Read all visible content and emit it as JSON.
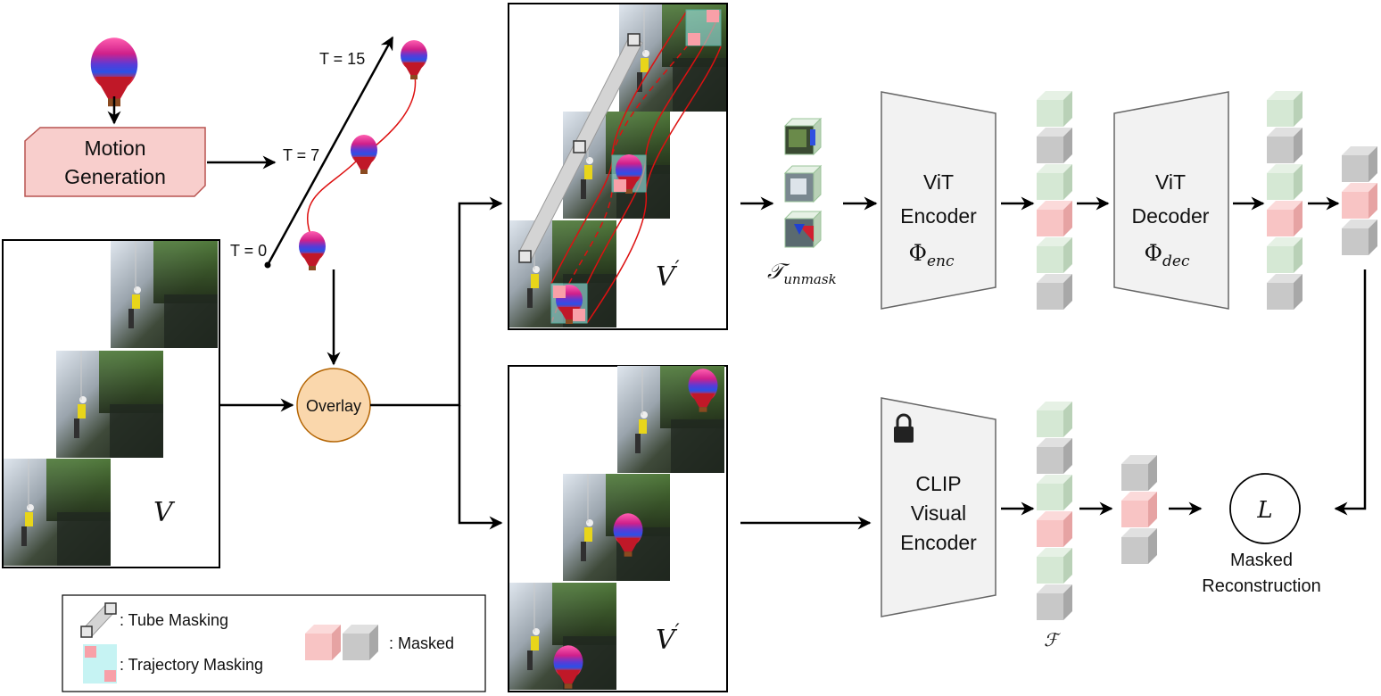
{
  "motion_generation": {
    "label_line1": "Motion",
    "label_line2": "Generation"
  },
  "timeline": {
    "t0": "T = 0",
    "t7": "T = 7",
    "t15": "T = 15"
  },
  "input_video": {
    "symbol": "V"
  },
  "overlay": {
    "label": "Overlay"
  },
  "masked_video": {
    "symbol": "V",
    "prime": "′"
  },
  "overlay_video": {
    "symbol": "V",
    "prime": "′"
  },
  "unmasked_tokens": {
    "symbol": "𝒯",
    "subscript": "unmask"
  },
  "encoder": {
    "line1": "ViT",
    "line2": "Encoder",
    "symbol": "Φ",
    "subscript": "enc"
  },
  "decoder": {
    "line1": "ViT",
    "line2": "Decoder",
    "symbol": "Φ",
    "subscript": "dec"
  },
  "clip": {
    "line1": "CLIP",
    "line2": "Visual",
    "line3": "Encoder",
    "lock_icon": "lock-icon"
  },
  "clip_features": {
    "symbol": "ℱ"
  },
  "loss": {
    "symbol": "L",
    "label_line1": "Masked",
    "label_line2": "Reconstruction"
  },
  "legend": {
    "tube_masking": ": Tube Masking",
    "trajectory_masking": ": Trajectory Masking",
    "masked": ": Masked"
  },
  "colors": {
    "token_green": "#d5e8d4",
    "token_gray": "#c8c8c8",
    "token_red": "#f8c4c4",
    "motion_box": "#f8cecc",
    "overlay_circle": "#fad7ac",
    "encoder_fill": "#f2f2f2",
    "trajectory_line": "#dd1111",
    "tube": "#d4d4d4"
  }
}
